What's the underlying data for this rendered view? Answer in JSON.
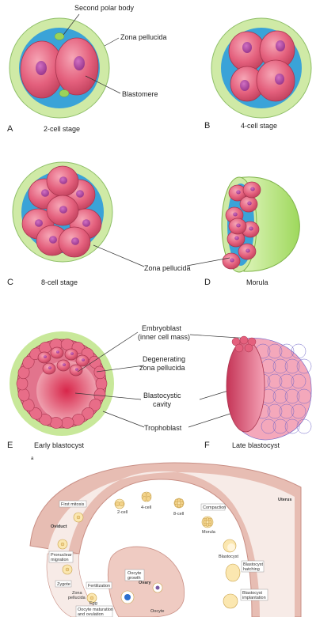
{
  "panels": {
    "a": {
      "letter": "A",
      "stage": "2-cell stage",
      "labels": {
        "polar_body": "Second polar body",
        "zona": "Zona pellucida",
        "blastomere": "Blastomere"
      }
    },
    "b": {
      "letter": "B",
      "stage": "4-cell stage"
    },
    "c": {
      "letter": "C",
      "stage": "8-cell stage",
      "labels": {
        "zona": "Zona pellucida"
      }
    },
    "d": {
      "letter": "D",
      "stage": "Morula"
    },
    "e": {
      "letter": "E",
      "stage": "Early blastocyst",
      "labels": {
        "embryoblast": "Embryoblast",
        "embryoblast_sub": "(inner cell mass)",
        "degenerating": "Degenerating",
        "degenerating_sub": "zona pellucida",
        "cavity": "Blastocystic",
        "cavity_sub": "cavity",
        "trophoblast": "Trophoblast"
      }
    },
    "f": {
      "letter": "F",
      "stage": "Late blastocyst"
    }
  },
  "bottom": {
    "panel_letter": "a",
    "labels": {
      "first_mitosis": "First mitosis",
      "two_cell": "2-cell",
      "four_cell": "4-cell",
      "eight_cell": "8-cell",
      "compaction": "Compaction",
      "morula": "Morula",
      "uterus": "Uterus",
      "oviduct": "Oviduct",
      "pronuclear": "Pronuclear",
      "pronuclear_sub": "migration",
      "zygote": "Zygote",
      "fertilization": "Fertilization",
      "zona": "Zona",
      "zona_sub": "pellucida",
      "egg": "Egg",
      "oocyte_maturation": "Oocyte maturation",
      "oocyte_maturation_sub": "and ovulation",
      "ovary": "Ovary",
      "oocyte_growth": "Oocyte",
      "oocyte_growth_sub": "growth",
      "oocyte": "Oocyte",
      "blastocyst": "Blastocyst",
      "hatching": "Blastocyst",
      "hatching_sub": "hatching",
      "implantation": "Blastocyst",
      "implantation_sub": "implantation"
    }
  },
  "colors": {
    "zona": "#c8e89a",
    "fluid": "#3aa3d8",
    "cell": "#e8667f",
    "nucleus": "#b0469a",
    "tract": "#e4b1a7",
    "tract_dark": "#cd8a80"
  }
}
